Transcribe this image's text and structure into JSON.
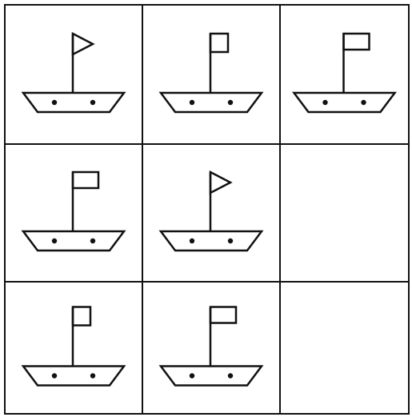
{
  "colors": {
    "line": "#111111",
    "background": "#ffffff"
  },
  "grid": {
    "rows": 3,
    "columns": 3,
    "cells": [
      {
        "row": 1,
        "col": 1,
        "content": "boat",
        "flag": "triangle"
      },
      {
        "row": 1,
        "col": 2,
        "content": "boat",
        "flag": "square-small"
      },
      {
        "row": 1,
        "col": 3,
        "content": "boat",
        "flag": "rectangle-wide"
      },
      {
        "row": 2,
        "col": 1,
        "content": "boat",
        "flag": "rectangle-wide"
      },
      {
        "row": 2,
        "col": 2,
        "content": "boat",
        "flag": "triangle"
      },
      {
        "row": 2,
        "col": 3,
        "content": "empty"
      },
      {
        "row": 3,
        "col": 1,
        "content": "boat",
        "flag": "square-small"
      },
      {
        "row": 3,
        "col": 2,
        "content": "boat",
        "flag": "rectangle-wide"
      },
      {
        "row": 3,
        "col": 3,
        "content": "empty"
      }
    ]
  }
}
